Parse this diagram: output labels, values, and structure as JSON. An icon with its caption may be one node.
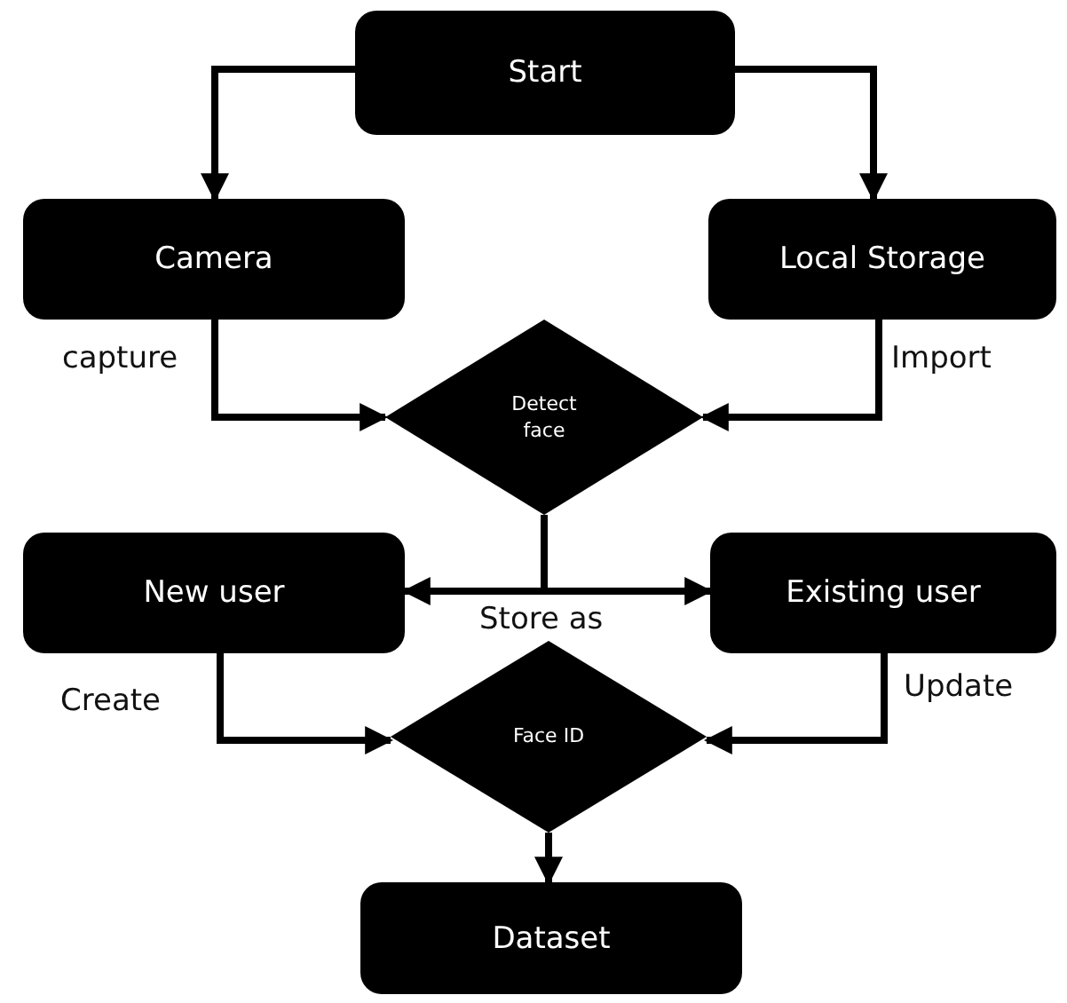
{
  "diagram": {
    "nodes": [
      {
        "text": [
          "Start"
        ]
      },
      {
        "text": [
          "Camera"
        ]
      },
      {
        "text": [
          "Local Storage"
        ]
      },
      {
        "text": [
          "Detect face"
        ]
      },
      {
        "text": [
          "New user"
        ]
      },
      {
        "text": [
          "Existing user"
        ]
      },
      {
        "text": [
          "Face ID"
        ]
      },
      {
        "text": [
          "Dataset"
        ]
      }
    ],
    "edges": [
      {
        "from": 0,
        "to": 1,
        "arrow": "to"
      },
      {
        "from": 0,
        "to": 2,
        "arrow": "to"
      },
      {
        "from": 1,
        "to": 3,
        "arrow": "to",
        "label": "capture"
      },
      {
        "from": 2,
        "to": 3,
        "arrow": "to",
        "label": "Import"
      },
      {
        "from": 3,
        "to": 4,
        "arrow": "to"
      },
      {
        "from": 3,
        "to": 5,
        "arrow": "to"
      },
      {
        "from": 4,
        "to": 6,
        "arrow": "to",
        "label": "Create"
      },
      {
        "from": 5,
        "to": 6,
        "arrow": "to",
        "label": "Update"
      },
      {
        "from": 6,
        "to": 7,
        "arrow": "to"
      }
    ],
    "labels": [
      "Store as"
    ]
  }
}
